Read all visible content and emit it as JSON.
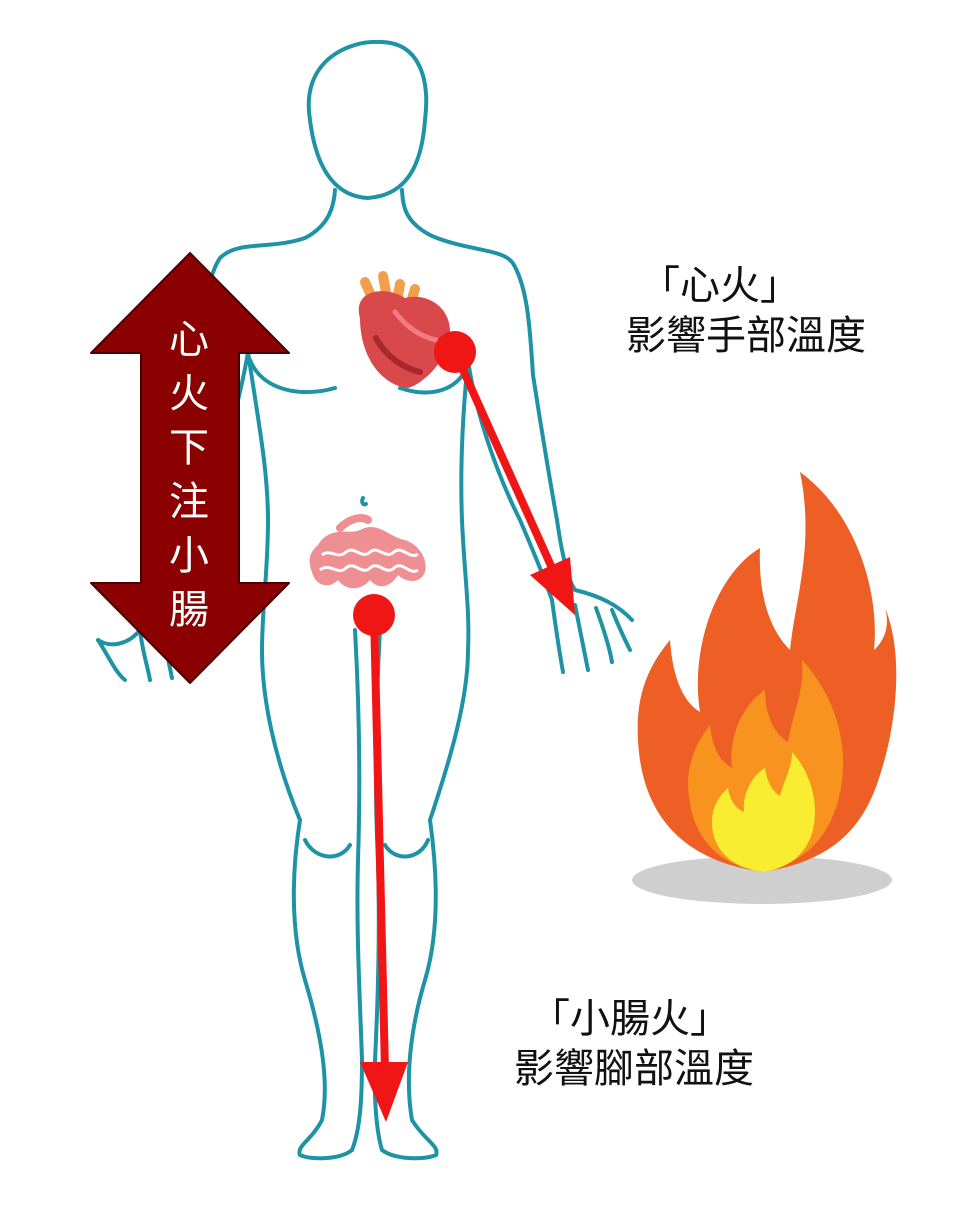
{
  "labels": {
    "heart_fire_line1": "「心火」",
    "heart_fire_line2": "影響手部溫度",
    "intestine_fire_line1": "「小腸火」",
    "intestine_fire_line2": "影響腳部溫度",
    "vertical_arrow_chars": [
      "心",
      "火",
      "下",
      "注",
      "小",
      "腸"
    ]
  },
  "colors": {
    "body_outline": "#1e93a6",
    "arrow_red": "#f01616",
    "double_arrow": "#8b0000",
    "flame_outer": "#ee5f25",
    "flame_middle": "#f7931e",
    "flame_inner": "#f9ed32",
    "flame_shadow": "#cfcfcf",
    "intestine": "#ee8f94",
    "heart": "#d9484b"
  },
  "icons": {
    "heart": "heart-organ-icon",
    "intestine": "small-intestine-icon",
    "fire": "fire-icon"
  }
}
